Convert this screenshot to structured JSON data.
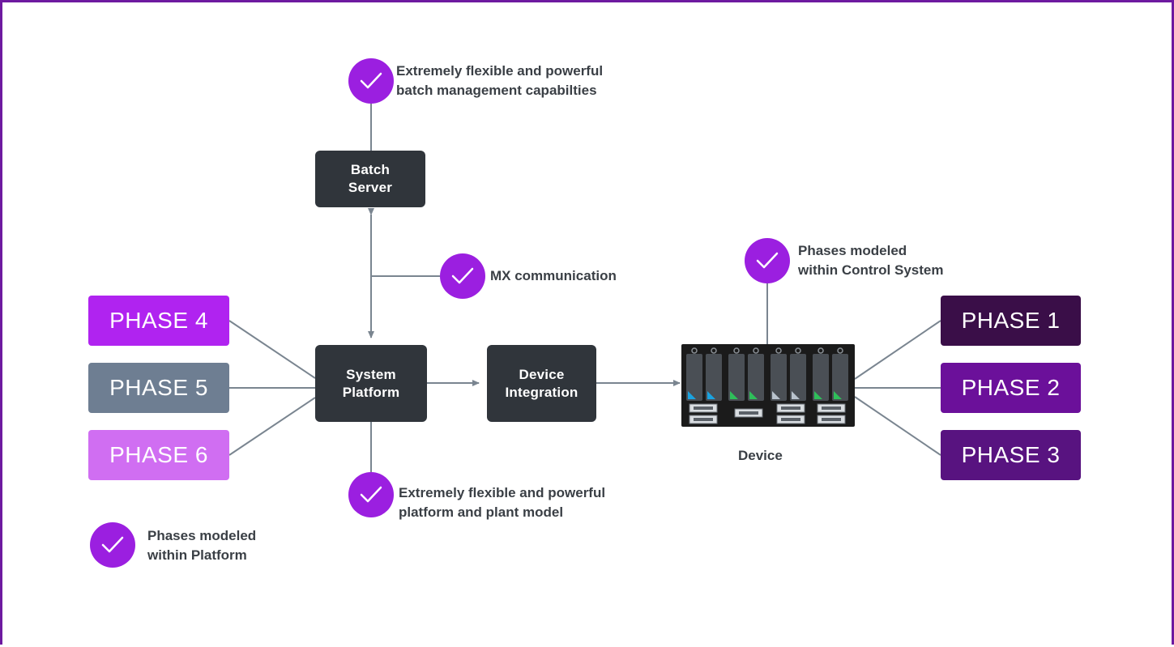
{
  "nodes": {
    "batch_server": "Batch\nServer",
    "system_platform": "System\nPlatform",
    "device_integration": "Device\nIntegration"
  },
  "device": {
    "label": "Device"
  },
  "phases_left": [
    {
      "label": "PHASE 4",
      "color": "#b023f0"
    },
    {
      "label": "PHASE 5",
      "color": "#6e7e92"
    },
    {
      "label": "PHASE 6",
      "color": "#d06ef2"
    }
  ],
  "phases_right": [
    {
      "label": "PHASE 1",
      "color": "#3a0e48"
    },
    {
      "label": "PHASE 2",
      "color": "#6b109a"
    },
    {
      "label": "PHASE 3",
      "color": "#581380"
    }
  ],
  "notes": {
    "batch": "Extremely flexible and powerful\nbatch management capabilties",
    "mx": "MX communication",
    "control_system": "Phases modeled\nwithin Control System",
    "platform_model": "Extremely flexible and powerful\nplatform and plant model",
    "platform_phases": "Phases modeled\nwithin Platform"
  },
  "colors": {
    "accent": "#9b1fe0",
    "frame": "#6e1aa0",
    "node_bg": "#30353b",
    "connector": "#7a8590"
  },
  "icons": {
    "check": "checkmark-icon",
    "device": "server-rack-icon"
  }
}
